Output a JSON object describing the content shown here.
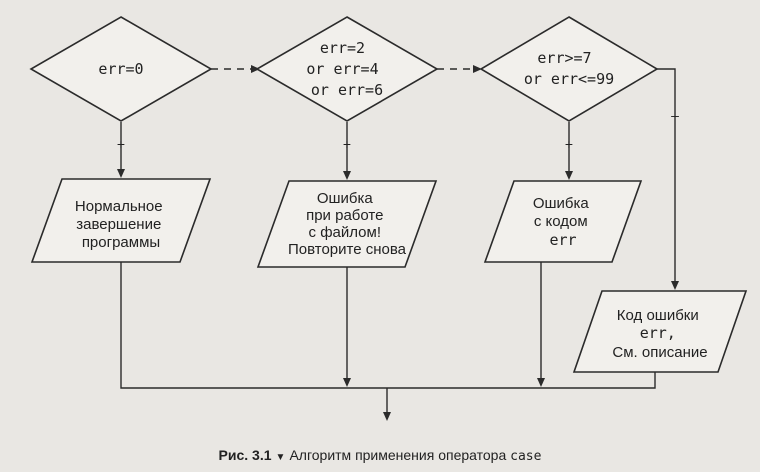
{
  "diagram": {
    "conditions": [
      {
        "id": "cond-1",
        "lines": [
          "err=0"
        ]
      },
      {
        "id": "cond-2",
        "lines": [
          "err=2",
          "or err=4",
          "or err=6"
        ]
      },
      {
        "id": "cond-3",
        "lines": [
          "err>=7",
          "or err<=99"
        ]
      }
    ],
    "actions": [
      {
        "id": "action-1",
        "lines": [
          {
            "text": "Нормальное",
            "mono": false
          },
          {
            "text": "завершение",
            "mono": false
          },
          {
            "text": "программы",
            "mono": false
          }
        ]
      },
      {
        "id": "action-2",
        "lines": [
          {
            "text": "Ошибка",
            "mono": false
          },
          {
            "text": "при работе",
            "mono": false
          },
          {
            "text": "с файлом!",
            "mono": false
          },
          {
            "text": "Повторите снова",
            "mono": false
          }
        ]
      },
      {
        "id": "action-3",
        "lines": [
          {
            "text": "Ошибка",
            "mono": false
          },
          {
            "text": "с кодом",
            "mono": false
          },
          {
            "text": "err",
            "mono": true
          }
        ]
      },
      {
        "id": "action-default",
        "lines": [
          {
            "text": "Код ошибки",
            "mono": false
          },
          {
            "text": "err,",
            "mono": true
          },
          {
            "text": "См. описание",
            "mono": false
          }
        ]
      }
    ],
    "yes_sign": "+",
    "no_sign": "–"
  },
  "caption": {
    "figure": "Рис. 3.1",
    "marker": "▼",
    "text": "Алгоритм применения оператора",
    "code": "case"
  }
}
